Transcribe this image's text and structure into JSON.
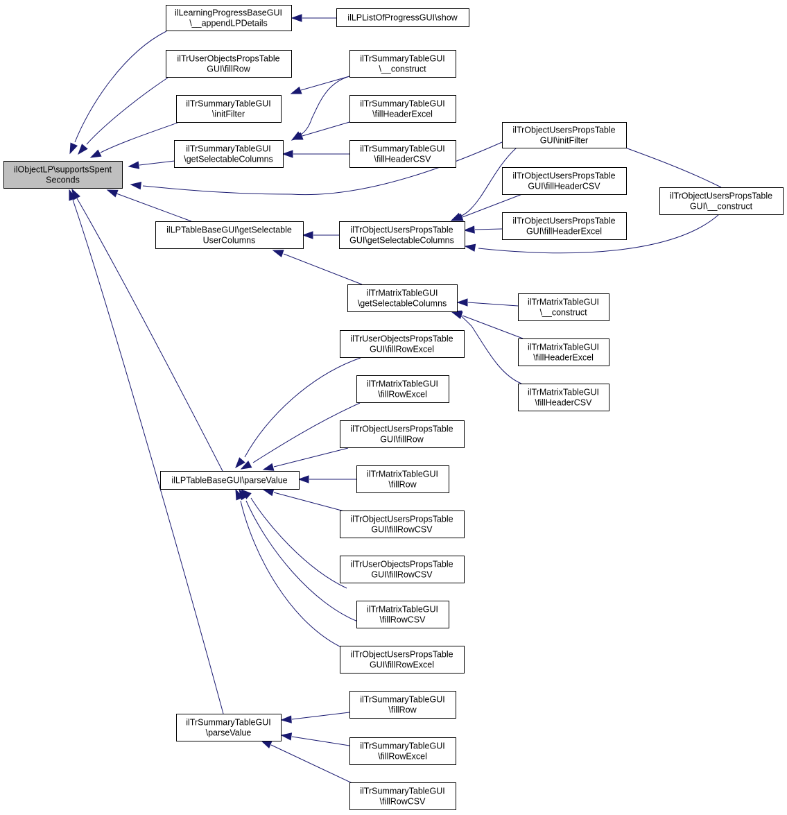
{
  "graph": {
    "nodes": [
      {
        "id": "root",
        "lines": [
          "ilObjectLP\\supportsSpent",
          "Seconds"
        ]
      },
      {
        "id": "lpBaseAppend",
        "lines": [
          "ilLearningProgressBaseGUI",
          "\\__appendLPDetails"
        ]
      },
      {
        "id": "lpListShow",
        "lines": [
          "ilLPListOfProgressGUI\\show"
        ]
      },
      {
        "id": "trUserObjFillRow",
        "lines": [
          "ilTrUserObjectsPropsTable",
          "GUI\\fillRow"
        ]
      },
      {
        "id": "trSumInitFilter",
        "lines": [
          "ilTrSummaryTableGUI",
          "\\initFilter"
        ]
      },
      {
        "id": "trSumGetSel",
        "lines": [
          "ilTrSummaryTableGUI",
          "\\getSelectableColumns"
        ]
      },
      {
        "id": "trSumConstruct",
        "lines": [
          "ilTrSummaryTableGUI",
          "\\__construct"
        ]
      },
      {
        "id": "trSumFillHdrExcel",
        "lines": [
          "ilTrSummaryTableGUI",
          "\\fillHeaderExcel"
        ]
      },
      {
        "id": "trSumFillHdrCSV",
        "lines": [
          "ilTrSummaryTableGUI",
          "\\fillHeaderCSV"
        ]
      },
      {
        "id": "trObjUsersInitFilter",
        "lines": [
          "ilTrObjectUsersPropsTable",
          "GUI\\initFilter"
        ]
      },
      {
        "id": "trObjUsersFillHdrCSV",
        "lines": [
          "ilTrObjectUsersPropsTable",
          "GUI\\fillHeaderCSV"
        ]
      },
      {
        "id": "trObjUsersFillHdrExcel",
        "lines": [
          "ilTrObjectUsersPropsTable",
          "GUI\\fillHeaderExcel"
        ]
      },
      {
        "id": "trObjUsersConstruct",
        "lines": [
          "ilTrObjectUsersPropsTable",
          "GUI\\__construct"
        ]
      },
      {
        "id": "lpTableGetSelUser",
        "lines": [
          "ilLPTableBaseGUI\\getSelectable",
          "UserColumns"
        ]
      },
      {
        "id": "trObjUsersGetSel",
        "lines": [
          "ilTrObjectUsersPropsTable",
          "GUI\\getSelectableColumns"
        ]
      },
      {
        "id": "trMatrixGetSel",
        "lines": [
          "ilTrMatrixTableGUI",
          "\\getSelectableColumns"
        ]
      },
      {
        "id": "trMatrixConstruct",
        "lines": [
          "ilTrMatrixTableGUI",
          "\\__construct"
        ]
      },
      {
        "id": "trMatrixFillHdrExcel",
        "lines": [
          "ilTrMatrixTableGUI",
          "\\fillHeaderExcel"
        ]
      },
      {
        "id": "trMatrixFillHdrCSV",
        "lines": [
          "ilTrMatrixTableGUI",
          "\\fillHeaderCSV"
        ]
      },
      {
        "id": "lpTableParse",
        "lines": [
          "ilLPTableBaseGUI\\parseValue"
        ]
      },
      {
        "id": "trUserObjFillRowExcel",
        "lines": [
          "ilTrUserObjectsPropsTable",
          "GUI\\fillRowExcel"
        ]
      },
      {
        "id": "trMatrixFillRowExcel",
        "lines": [
          "ilTrMatrixTableGUI",
          "\\fillRowExcel"
        ]
      },
      {
        "id": "trObjUsersFillRow",
        "lines": [
          "ilTrObjectUsersPropsTable",
          "GUI\\fillRow"
        ]
      },
      {
        "id": "trMatrixFillRow",
        "lines": [
          "ilTrMatrixTableGUI",
          "\\fillRow"
        ]
      },
      {
        "id": "trObjUsersFillRowCSV",
        "lines": [
          "ilTrObjectUsersPropsTable",
          "GUI\\fillRowCSV"
        ]
      },
      {
        "id": "trUserObjFillRowCSV",
        "lines": [
          "ilTrUserObjectsPropsTable",
          "GUI\\fillRowCSV"
        ]
      },
      {
        "id": "trMatrixFillRowCSV",
        "lines": [
          "ilTrMatrixTableGUI",
          "\\fillRowCSV"
        ]
      },
      {
        "id": "trObjUsersFillRowExcel",
        "lines": [
          "ilTrObjectUsersPropsTable",
          "GUI\\fillRowExcel"
        ]
      },
      {
        "id": "trSumParse",
        "lines": [
          "ilTrSummaryTableGUI",
          "\\parseValue"
        ]
      },
      {
        "id": "trSumFillRow",
        "lines": [
          "ilTrSummaryTableGUI",
          "\\fillRow"
        ]
      },
      {
        "id": "trSumFillRowExcel",
        "lines": [
          "ilTrSummaryTableGUI",
          "\\fillRowExcel"
        ]
      },
      {
        "id": "trSumFillRowCSV",
        "lines": [
          "ilTrSummaryTableGUI",
          "\\fillRowCSV"
        ]
      }
    ],
    "edges": [
      {
        "from": "lpBaseAppend",
        "to": "root"
      },
      {
        "from": "trUserObjFillRow",
        "to": "root"
      },
      {
        "from": "trSumInitFilter",
        "to": "root"
      },
      {
        "from": "trSumGetSel",
        "to": "root"
      },
      {
        "from": "trObjUsersInitFilter",
        "to": "root"
      },
      {
        "from": "lpTableGetSelUser",
        "to": "root"
      },
      {
        "from": "lpTableParse",
        "to": "root"
      },
      {
        "from": "trSumParse",
        "to": "root"
      },
      {
        "from": "lpListShow",
        "to": "lpBaseAppend"
      },
      {
        "from": "trSumConstruct",
        "to": "trSumInitFilter"
      },
      {
        "from": "trSumConstruct",
        "to": "trSumGetSel"
      },
      {
        "from": "trSumFillHdrExcel",
        "to": "trSumGetSel"
      },
      {
        "from": "trSumFillHdrCSV",
        "to": "trSumGetSel"
      },
      {
        "from": "trObjUsersConstruct",
        "to": "trObjUsersInitFilter"
      },
      {
        "from": "trObjUsersInitFilter",
        "to": "trObjUsersGetSel"
      },
      {
        "from": "trObjUsersFillHdrCSV",
        "to": "trObjUsersGetSel"
      },
      {
        "from": "trObjUsersFillHdrExcel",
        "to": "trObjUsersGetSel"
      },
      {
        "from": "trObjUsersConstruct",
        "to": "trObjUsersGetSel"
      },
      {
        "from": "trObjUsersGetSel",
        "to": "lpTableGetSelUser"
      },
      {
        "from": "trMatrixGetSel",
        "to": "lpTableGetSelUser"
      },
      {
        "from": "trMatrixConstruct",
        "to": "trMatrixGetSel"
      },
      {
        "from": "trMatrixFillHdrExcel",
        "to": "trMatrixGetSel"
      },
      {
        "from": "trMatrixFillHdrCSV",
        "to": "trMatrixGetSel"
      },
      {
        "from": "trUserObjFillRowExcel",
        "to": "lpTableParse"
      },
      {
        "from": "trMatrixFillRowExcel",
        "to": "lpTableParse"
      },
      {
        "from": "trObjUsersFillRow",
        "to": "lpTableParse"
      },
      {
        "from": "trMatrixFillRow",
        "to": "lpTableParse"
      },
      {
        "from": "trObjUsersFillRowCSV",
        "to": "lpTableParse"
      },
      {
        "from": "trUserObjFillRowCSV",
        "to": "lpTableParse"
      },
      {
        "from": "trMatrixFillRowCSV",
        "to": "lpTableParse"
      },
      {
        "from": "trObjUsersFillRowExcel",
        "to": "lpTableParse"
      },
      {
        "from": "trSumFillRow",
        "to": "trSumParse"
      },
      {
        "from": "trSumFillRowExcel",
        "to": "trSumParse"
      },
      {
        "from": "trSumFillRowCSV",
        "to": "trSumParse"
      }
    ],
    "colors": {
      "edge": "#191970",
      "root_fill": "#bfbfbf",
      "node_fill": "#ffffff",
      "node_border": "#000000"
    }
  }
}
